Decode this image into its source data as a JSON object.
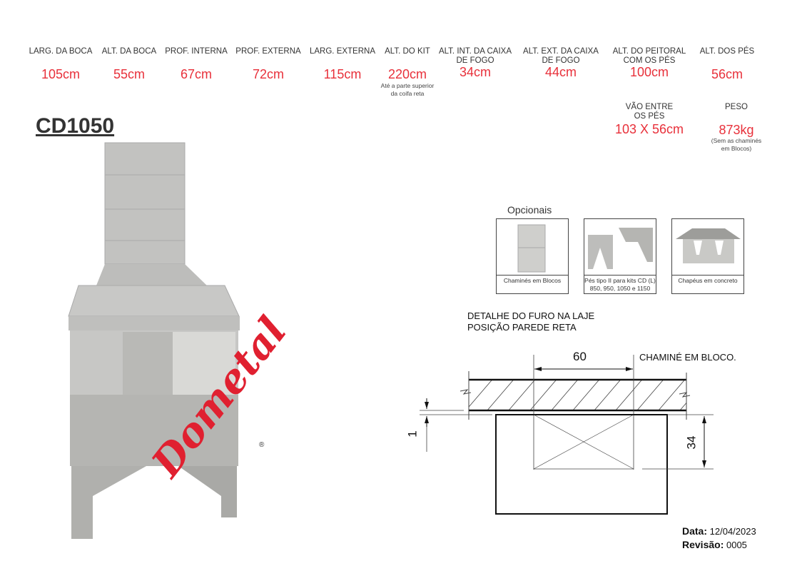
{
  "specs": [
    {
      "label": "LARG. DA BOCA",
      "value": "105cm"
    },
    {
      "label": "ALT. DA BOCA",
      "value": "55cm"
    },
    {
      "label": "PROF. INTERNA",
      "value": "67cm"
    },
    {
      "label": "PROF. EXTERNA",
      "value": "72cm"
    },
    {
      "label": "LARG. EXTERNA",
      "value": "115cm"
    },
    {
      "label": "ALT. DO KIT",
      "value": "220cm",
      "note": "Até a parte superior da coifa reta"
    },
    {
      "label": "ALT. INT. DA CAIXA DE FOGO",
      "value": "34cm"
    },
    {
      "label": "ALT. EXT. DA CAIXA DE FOGO",
      "value": "44cm"
    },
    {
      "label": "ALT. DO PEITORAL COM OS PÉS",
      "value": "100cm"
    },
    {
      "label": "ALT. DOS PÉS",
      "value": "56cm"
    },
    {
      "label": "VÃO ENTRE OS PÉS",
      "value": "103 X 56cm"
    },
    {
      "label": "PESO",
      "value": "873kg",
      "note": "(Sem as chaminés em Blocos)"
    }
  ],
  "model": "CD1050",
  "brand": "Dometal",
  "brand_mark": "®",
  "optionals": {
    "title": "Opcionais",
    "items": [
      {
        "caption": "Chaminés em Blocos"
      },
      {
        "caption": "Pés tipo II para kits CD (L) 850, 950, 1050 e 1150"
      },
      {
        "caption": "Chapéus em concreto"
      }
    ]
  },
  "detail": {
    "title_line1": "DETALHE DO FURO NA LAJE",
    "title_line2": "POSIÇÃO PAREDE RETA",
    "dim_width": "60",
    "dim_height": "34",
    "dim_gap": "1",
    "chimney_label": "CHAMINÉ EM BLOCO."
  },
  "footer": {
    "date_label": "Data:",
    "date": "12/04/2023",
    "revision_label": "Revisão:",
    "revision": "0005"
  }
}
